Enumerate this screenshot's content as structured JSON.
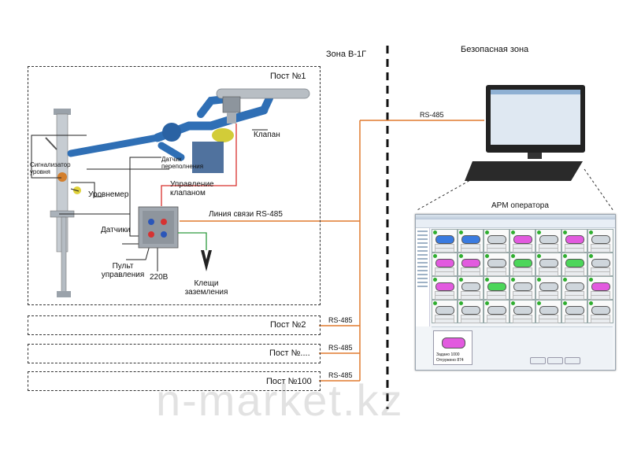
{
  "zones": {
    "left": "Зона В-1Г",
    "right": "Безопасная зона"
  },
  "posts": {
    "post1": "Пост №1",
    "post2": "Пост №2",
    "post3": "Пост №....",
    "post100": "Пост №100"
  },
  "labels": {
    "valve": "Клапан",
    "level_signal": "Сигнализатор уровня",
    "fill_sensor": "Датчик переполнения",
    "level_meter": "Уровнемер",
    "sensors": "Датчики",
    "valve_control": "Управление клапаном",
    "rs485_line": "Линия связи RS-485",
    "control_panel": "Пульт управления",
    "voltage": "220В",
    "grounding": "Клещи заземления",
    "operator_station": "АРМ оператора"
  },
  "rs485": {
    "computer": "RS-485",
    "post2": "RS-485",
    "post3": "RS-485",
    "post100": "RS-485"
  },
  "screen": {
    "tank_value": "1000",
    "tank_label_set": "Задано",
    "tank_label_done": "Отгружено",
    "big_set_value": "1000",
    "big_done_value": "874"
  },
  "watermark": "n-market.kz",
  "colors": {
    "rs485_line": "#e07a2f",
    "valve_line": "#d8302c",
    "ground_line": "#2e9a3e",
    "pipe": "#2f6fb5"
  }
}
